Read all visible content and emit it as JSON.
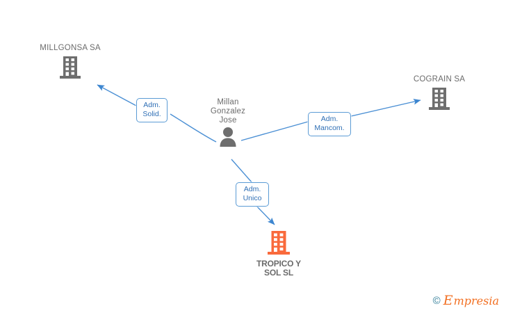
{
  "diagram": {
    "type": "relationship-graph",
    "background": "#ffffff",
    "colors": {
      "company_gray": "#6e6e6e",
      "company_orange": "#f96a3c",
      "edge_blue": "#4a8fd4",
      "label_border": "#5b9bd5",
      "label_text": "#2f6fb5",
      "caption_text": "#6b6b6b"
    },
    "person": {
      "name": "Millan\nGonzalez\nJose",
      "icon": "person-icon"
    },
    "nodes": [
      {
        "id": "millgonsa",
        "label": "MILLGONSA SA",
        "icon": "building-icon",
        "color": "#6e6e6e"
      },
      {
        "id": "cograin",
        "label": "COGRAIN SA",
        "icon": "building-icon",
        "color": "#6e6e6e"
      },
      {
        "id": "tropico",
        "label": "TROPICO Y\nSOL SL",
        "icon": "building-icon",
        "color": "#f96a3c"
      }
    ],
    "edges": [
      {
        "id": "edge-millgonsa",
        "from": "person",
        "to": "millgonsa",
        "label": "Adm.\nSolid."
      },
      {
        "id": "edge-cograin",
        "from": "person",
        "to": "cograin",
        "label": "Adm.\nMancom."
      },
      {
        "id": "edge-tropico",
        "from": "person",
        "to": "tropico",
        "label": "Adm.\nUnico"
      }
    ],
    "watermark": {
      "copyright": "©",
      "brand_initial": "E",
      "brand_rest": "mpresia"
    }
  }
}
